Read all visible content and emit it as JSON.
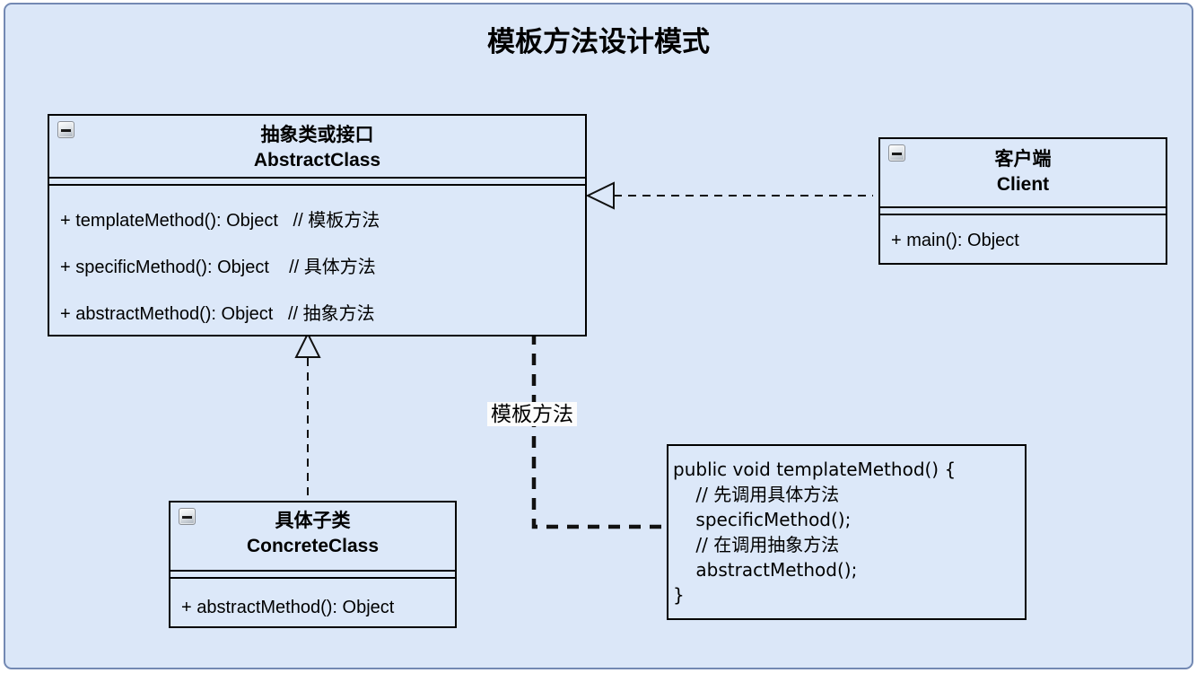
{
  "title": "模板方法设计模式",
  "classes": {
    "abstract_class": {
      "name_cn": "抽象类或接口",
      "name_en": "AbstractClass",
      "methods": [
        "+ templateMethod(): Object   // 模板方法",
        "+ specificMethod(): Object    // 具体方法",
        "+ abstractMethod(): Object   // 抽象方法"
      ]
    },
    "client": {
      "name_cn": "客户端",
      "name_en": "Client",
      "methods": [
        "+ main(): Object"
      ]
    },
    "concrete_class": {
      "name_cn": "具体子类",
      "name_en": "ConcreteClass",
      "methods": [
        "+ abstractMethod(): Object"
      ]
    }
  },
  "code_note": {
    "lines": [
      "public void templateMethod() {",
      "    // 先调用具体方法",
      "    specificMethod();",
      "    // 在调用抽象方法",
      "    abstractMethod();",
      "}"
    ]
  },
  "edges": {
    "dependency": {
      "from": "Client",
      "to": "AbstractClass"
    },
    "realization": {
      "from": "ConcreteClass",
      "to": "AbstractClass"
    },
    "template_link": {
      "label": "模板方法",
      "from": "AbstractClass",
      "to": "code-note"
    }
  },
  "icons": {
    "collapse": "minus-icon"
  },
  "colors": {
    "canvas_background": "#dbe7f8",
    "outer_border": "#7389b3",
    "box_border": "#000000",
    "text": "#000000",
    "edge_label_background": "#fcfcfc"
  }
}
